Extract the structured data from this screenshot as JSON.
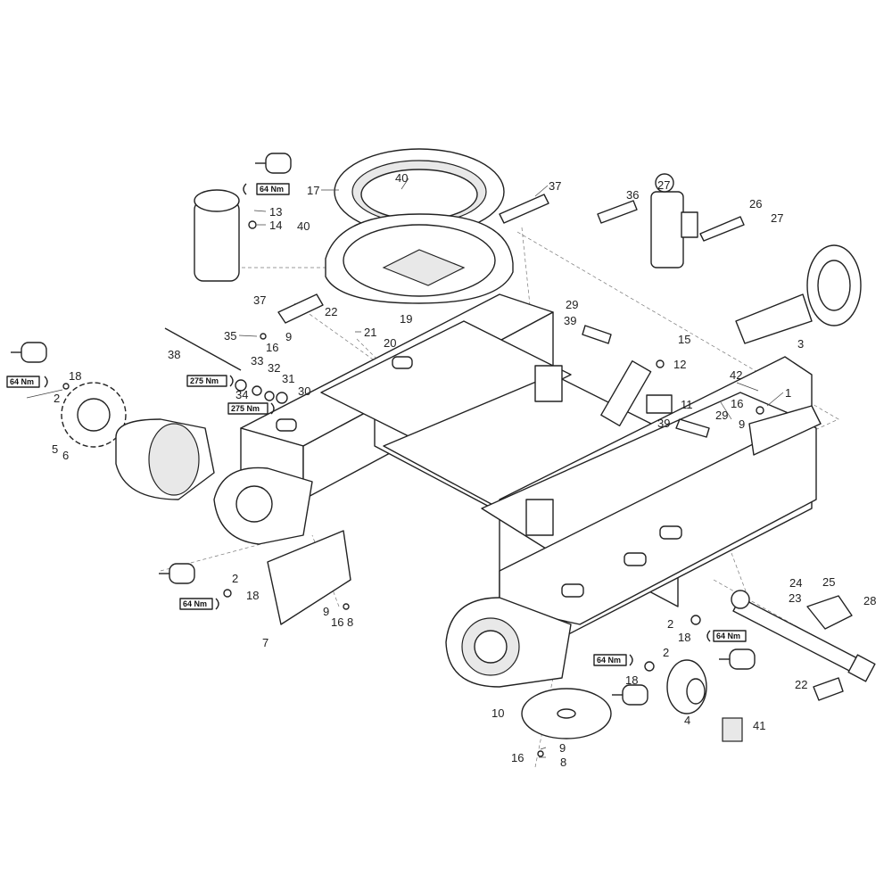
{
  "diagram": {
    "title_hidden": null,
    "callouts": {
      "c17": "17",
      "c40a": "40",
      "c37a": "37",
      "c36": "36",
      "c27a": "27",
      "c26": "26",
      "c27b": "27",
      "c13": "13",
      "c14": "14",
      "c40b": "40",
      "c37b": "37",
      "c22a": "22",
      "c35": "35",
      "c9a": "9",
      "c16a": "16",
      "c21": "21",
      "c20": "20",
      "c19": "19",
      "c29a": "29",
      "c39a": "39",
      "c15": "15",
      "c12": "12",
      "c3": "3",
      "c42": "42",
      "c16b": "16",
      "c9b": "9",
      "c1": "1",
      "c11": "11",
      "c29b": "29",
      "c39b": "39",
      "c38": "38",
      "c33": "33",
      "c32": "32",
      "c31": "31",
      "c30": "30",
      "c34": "34",
      "c18a": "18",
      "c2a": "2",
      "c5": "5",
      "c6": "6",
      "c2b": "2",
      "c18b": "18",
      "c9c": "9",
      "c16c": "16",
      "c8a": "8",
      "c7": "7",
      "c24": "24",
      "c25": "25",
      "c23": "23",
      "c28": "28",
      "c2c": "2",
      "c18c": "18",
      "c2d": "2",
      "c18d": "18",
      "c22b": "22",
      "c4": "4",
      "c41": "41",
      "c10": "10",
      "c9d": "9",
      "c16d": "16",
      "c8b": "8"
    },
    "torque": {
      "t64": "64 Nm",
      "t275": "275 Nm"
    },
    "colors": {
      "line": "#222222",
      "background": "#ffffff"
    }
  }
}
